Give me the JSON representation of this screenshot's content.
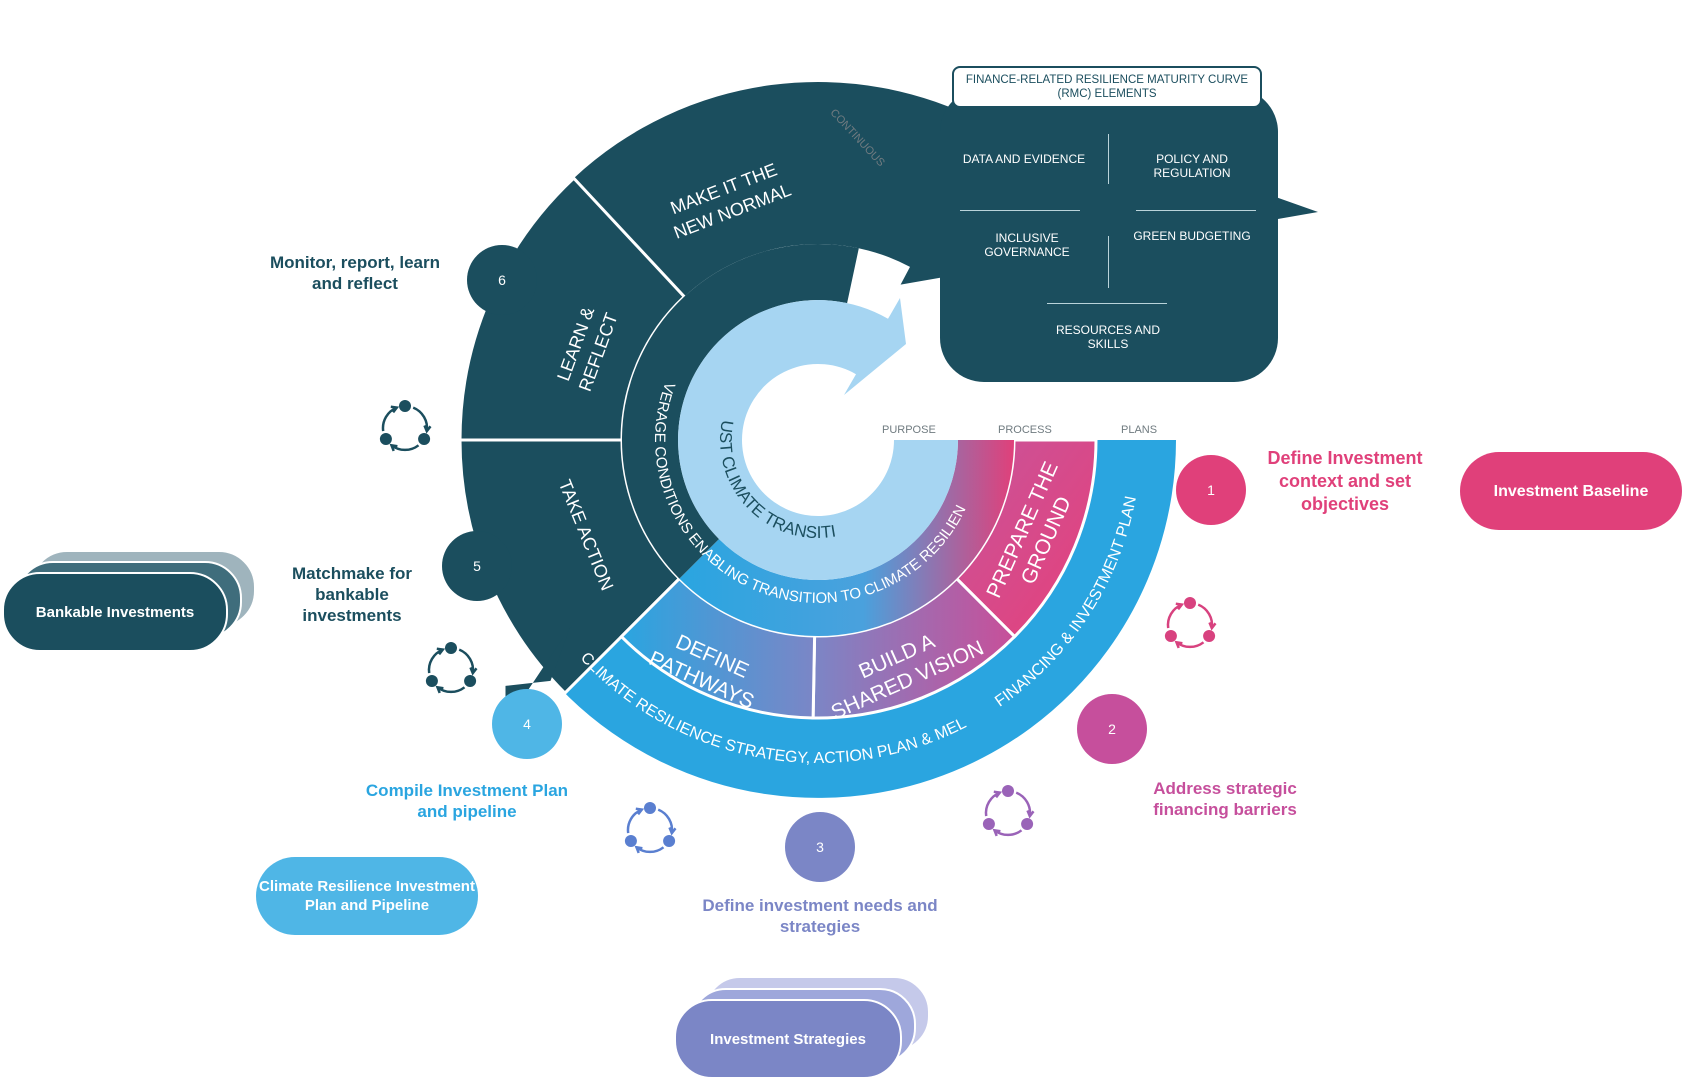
{
  "colors": {
    "dark_teal": "#1b4e5e",
    "light_blue": "#a6d5f2",
    "bright_blue": "#2aa5e0",
    "pink": "#e0407a",
    "magenta": "#c04f9c",
    "purple": "#8a76bf",
    "lavender": "#7b86c6"
  },
  "icons": [
    "cycle-arrows-icon"
  ],
  "rmc": {
    "title": "FINANCE-RELATED RESILIENCE MATURITY CURVE (RMC) ELEMENTS",
    "data_evidence": "DATA AND EVIDENCE",
    "policy": "POLICY AND REGULATION",
    "inclusive": "INCLUSIVE GOVERNANCE",
    "green": "GREEN BUDGETING",
    "resources": "RESOURCES AND SKILLS"
  },
  "phases": {
    "purpose": "PURPOSE",
    "process": "PROCESS",
    "plans": "PLANS",
    "continuous": "CONTINUOUS"
  },
  "rings": {
    "core": "A JUST CLIMATE TRANSITION",
    "leverage": "LEVERAGE CONDITIONS ENABLING TRANSITION TO CLIMATE RESILIENCE",
    "outer_bottom": "CLIMATE RESILIENCE STRATEGY, ACTION PLAN & MEL",
    "outer_right": "FINANCING & INVESTMENT PLAN",
    "make_normal_1": "MAKE IT THE",
    "make_normal_2": "NEW NORMAL",
    "learn_1": "LEARN &",
    "learn_2": "REFLECT",
    "take_action": "TAKE ACTION",
    "define_1": "DEFINE",
    "define_2": "PATHWAYS",
    "build_1": "BUILD A",
    "build_2": "SHARED VISION",
    "prepare_1": "PREPARE THE",
    "prepare_2": "GROUND"
  },
  "steps": {
    "s1": {
      "num": "1",
      "label": "Define Investment context and set objectives"
    },
    "s2": {
      "num": "2",
      "label": "Address strategic financing barriers"
    },
    "s3": {
      "num": "3",
      "label": "Define investment needs and strategies"
    },
    "s4": {
      "num": "4",
      "label": "Compile Investment Plan and pipeline"
    },
    "s5": {
      "num": "5",
      "label": "Matchmake for bankable investments"
    },
    "s6": {
      "num": "6",
      "label": "Monitor, report,  learn and reflect"
    }
  },
  "outputs": {
    "baseline": "Investment Baseline",
    "bankable": "Bankable Investments",
    "climate_plan": "Climate Resilience Investment Plan and Pipeline",
    "strategies": "Investment Strategies"
  }
}
